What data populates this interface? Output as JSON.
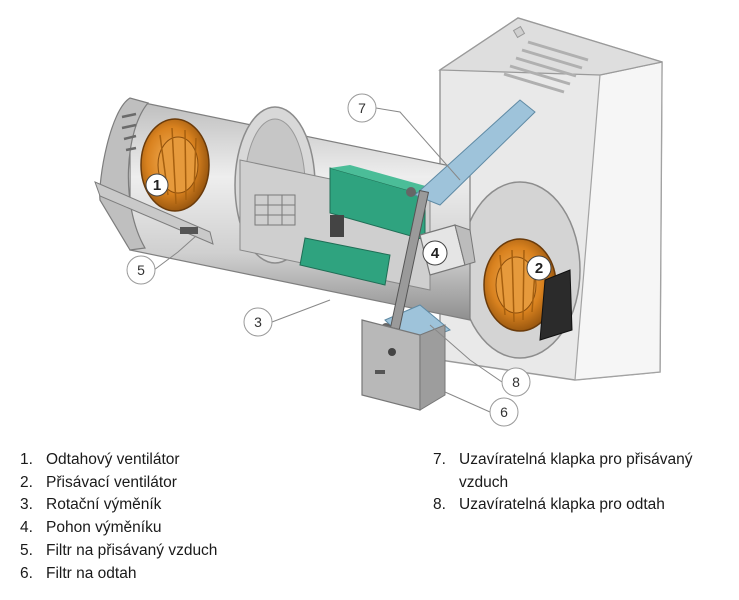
{
  "callouts": [
    "1",
    "2",
    "3",
    "4",
    "5",
    "6",
    "7",
    "8"
  ],
  "legend_left": [
    {
      "num": "1.",
      "text": "Odtahový ventilátor"
    },
    {
      "num": "2.",
      "text": "Přisávací ventilátor"
    },
    {
      "num": "3.",
      "text": "Rotační výměník"
    },
    {
      "num": "4.",
      "text": "Pohon výměníku"
    },
    {
      "num": "5.",
      "text": "Filtr na přisávaný vzduch"
    },
    {
      "num": "6.",
      "text": "Filtr na odtah"
    }
  ],
  "legend_right": [
    {
      "num": "7.",
      "text": "Uzavíratelná klapka pro přisávaný vzduch"
    },
    {
      "num": "8.",
      "text": "Uzavíratelná klapka pro odtah"
    }
  ],
  "colors": {
    "fan_orange": "#d9821f",
    "exchanger_green": "#2fa37f",
    "damper_blue": "#9ec3da",
    "metal_light": "#d9d9d9",
    "metal_dark": "#8a8a8a"
  }
}
